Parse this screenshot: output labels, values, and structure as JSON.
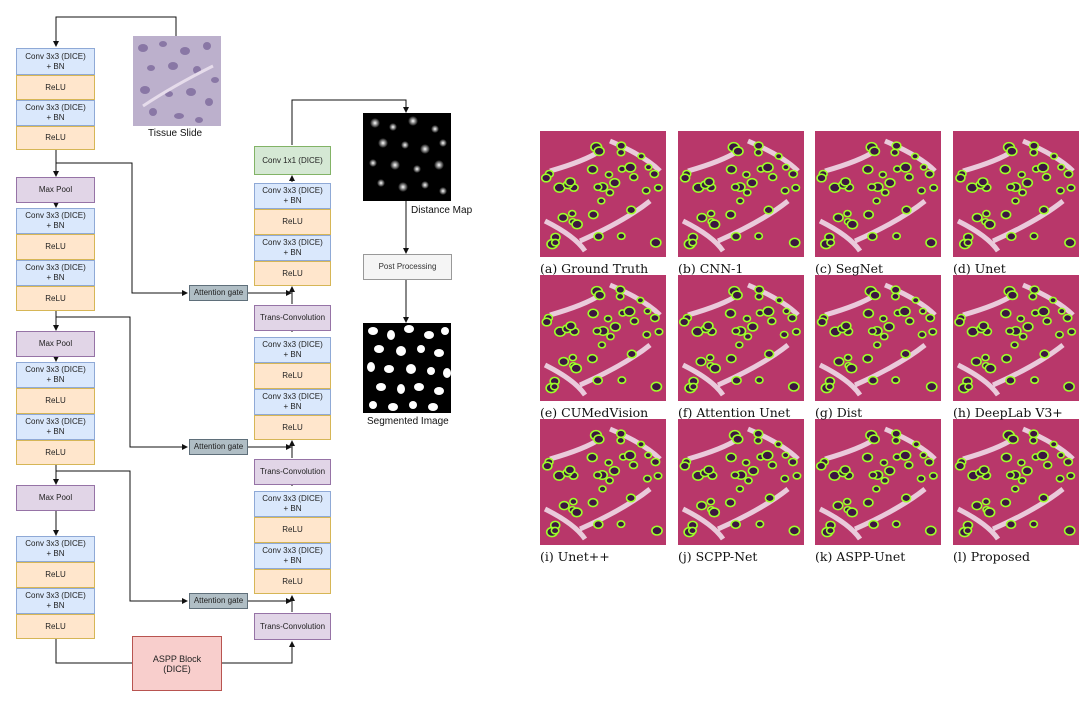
{
  "encoder": {
    "level1": [
      "Conv 3x3 (DICE)\n+ BN",
      "ReLU",
      "Conv 3x3 (DICE)\n+ BN",
      "ReLU"
    ],
    "level2": [
      "Max Pool",
      "Conv 3x3 (DICE)\n+ BN",
      "ReLU",
      "Conv 3x3 (DICE)\n+ BN",
      "ReLU"
    ],
    "level3": [
      "Max Pool",
      "Conv 3x3 (DICE)\n+ BN",
      "ReLU",
      "Conv 3x3 (DICE)\n+ BN",
      "ReLU"
    ],
    "level4": [
      "Max Pool",
      "Conv 3x3 (DICE)\n+ BN",
      "ReLU",
      "Conv 3x3 (DICE)\n+ BN",
      "ReLU"
    ]
  },
  "aspp": "ASPP Block\n(DICE)",
  "attention_gate": "Attention gate",
  "decoder": {
    "level3": [
      "Trans-Convolution"
    ],
    "level2": [
      "Trans-Convolution",
      "Conv 3x3 (DICE)\n+ BN",
      "ReLU",
      "Conv 3x3 (DICE)\n+ BN",
      "ReLU"
    ],
    "level1": [
      "Trans-Convolution",
      "Conv 3x3 (DICE)\n+ BN",
      "ReLU",
      "Conv 3x3 (DICE)\n+ BN",
      "ReLU"
    ],
    "top": [
      "Conv 1x1 (DICE)",
      "Conv 3x3 (DICE)\n+ BN",
      "ReLU",
      "Conv 3x3 (DICE)\n+ BN",
      "ReLU"
    ]
  },
  "tissue_label": "Tissue Slide",
  "distance_label": "Distance Map",
  "post_processing": "Post Processing",
  "segmented_label": "Segmented Image",
  "results": {
    "captions": [
      "(a) Ground Truth",
      "(b) CNN-1",
      "(c) SegNet",
      "(d) Unet",
      "(e) CUMedVision",
      "(f) Attention Unet",
      "(g) Dist",
      "(h) DeepLab V3+",
      "(i) Unet++",
      "(j) SCPP-Net",
      "(k) ASPP-Unet",
      "(l) Proposed"
    ]
  },
  "colors": {
    "conv": "#dae8fc",
    "relu": "#ffe6cc",
    "pool": "#e1d5e7",
    "conv1x1": "#d5e8d4",
    "gate": "#b0bec5",
    "aspp": "#f8cecc",
    "tissue": "#b9adc9",
    "nucleus_outline": "#9eff2a"
  }
}
